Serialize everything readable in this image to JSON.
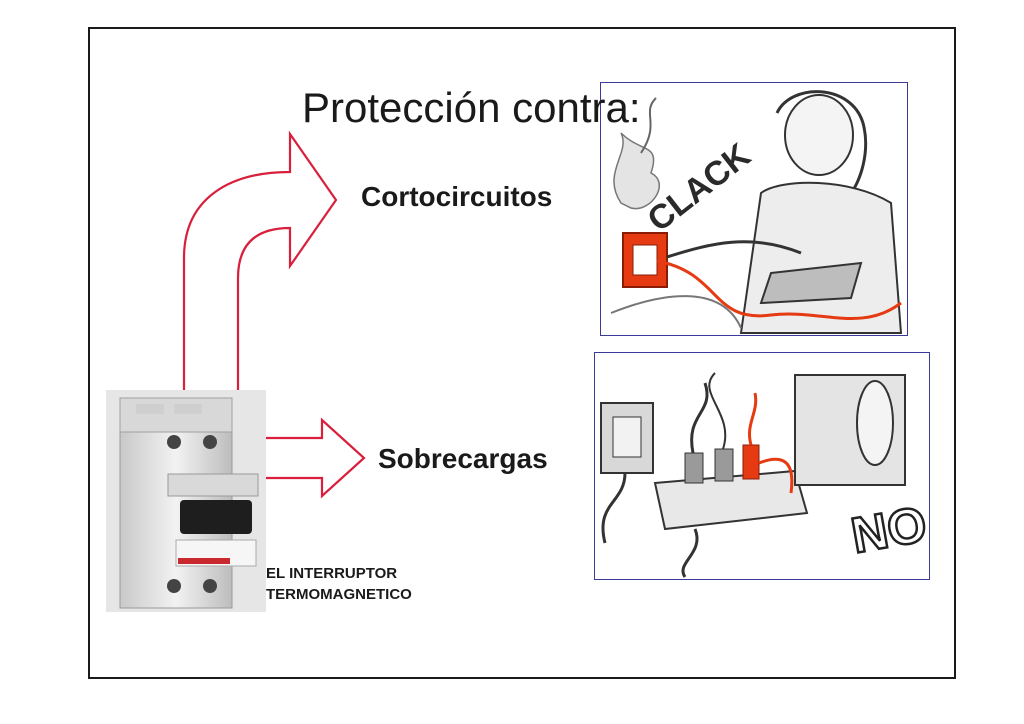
{
  "slide": {
    "title": "Protección contra:",
    "items": [
      {
        "label": "Cortocircuitos"
      },
      {
        "label": "Sobrecargas"
      }
    ],
    "caption": {
      "line1": "EL INTERRUPTOR",
      "line2": "TERMOMAGNETICO"
    },
    "illustration_texts": {
      "short_circuit_sound": "CLACK",
      "overload_no": "NO"
    },
    "colors": {
      "arrow_outline": "#d81f3c",
      "frame_border": "#3a3a9a",
      "plug_red": "#e63a12"
    }
  }
}
